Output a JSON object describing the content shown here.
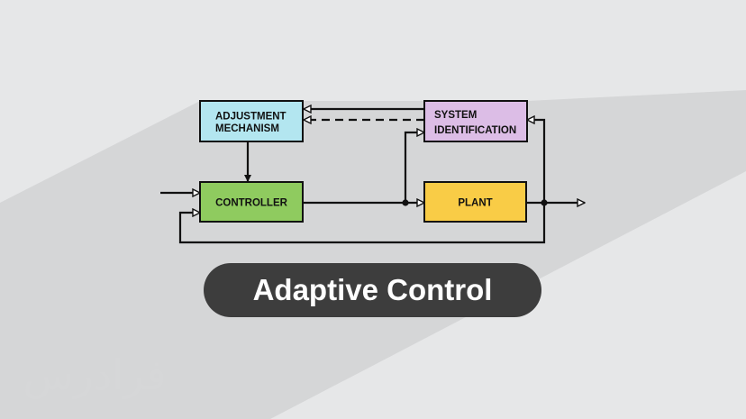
{
  "colors": {
    "background": "#e6e7e8",
    "shadow": "#d5d6d7",
    "adjustment": "#b3e6f0",
    "system_identification": "#dcbde6",
    "controller": "#8fcb5f",
    "plant": "#f9cc46",
    "line": "#111111",
    "title_pill": "#3d3d3d",
    "title_text": "#ffffff"
  },
  "blocks": {
    "adjustment_mechanism": {
      "line1": "ADJUSTMENT",
      "line2": "MECHANISM"
    },
    "system_identification": {
      "line1": "SYSTEM",
      "line2": "IDENTIFICATION"
    },
    "controller": {
      "label": "CONTROLLER"
    },
    "plant": {
      "label": "PLANT"
    }
  },
  "title": "Adaptive Control",
  "watermark": "فرادرس"
}
